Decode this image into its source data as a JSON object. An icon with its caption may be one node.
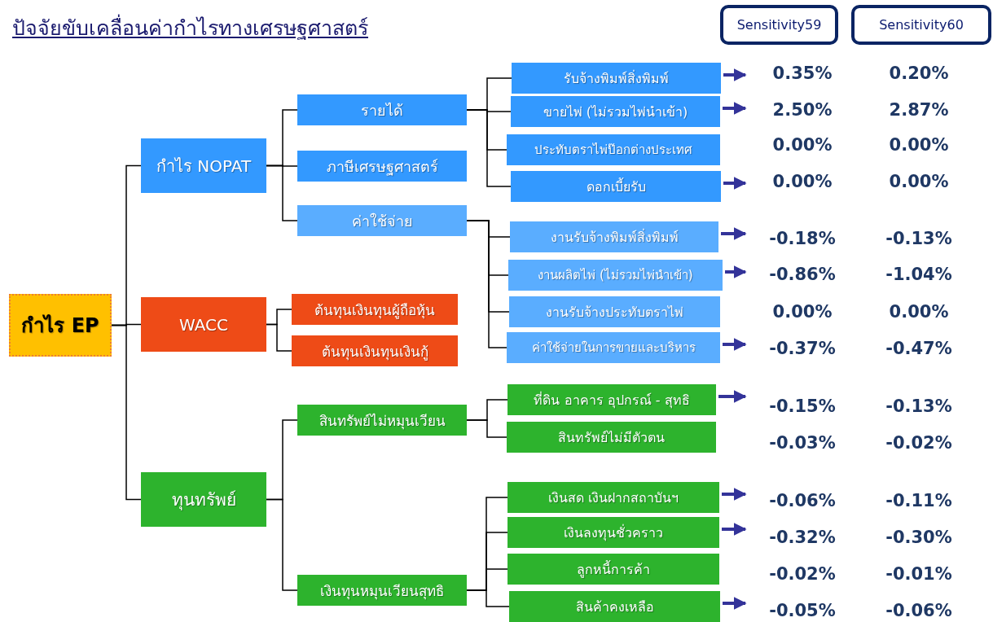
{
  "diagram": {
    "title": "ปัจจัยขับเคลื่อนค่ากำไรทางเศรษฐศาสตร์",
    "nodes": [
      {
        "text": [
          "กำไร EP"
        ]
      },
      {
        "text": [
          "กำไร NOPAT"
        ]
      },
      {
        "text": [
          "WACC"
        ]
      },
      {
        "text": [
          "ทุนทรัพย์"
        ]
      },
      {
        "text": [
          "รายได้"
        ]
      },
      {
        "text": [
          "ภาษีเศรษฐศาสตร์"
        ]
      },
      {
        "text": [
          "ค่าใช้จ่าย"
        ]
      },
      {
        "text": [
          "ต้นทุนเงินทุนผู้ถือหุ้น"
        ]
      },
      {
        "text": [
          "ต้นทุนเงินทุนเงินกู้"
        ]
      },
      {
        "text": [
          "สินทรัพย์ไม่หมุนเวียน"
        ]
      },
      {
        "text": [
          "เงินทุนหมุนเวียนสุทธิ"
        ]
      },
      {
        "text": [
          "รับจ้างพิมพ์สิ่งพิมพ์"
        ]
      },
      {
        "text": [
          "ขายไพ่ (ไม่รวมไพ่นำเข้า)"
        ]
      },
      {
        "text": [
          "ประทับตราไพ่ป๊อกต่างประเทศ"
        ]
      },
      {
        "text": [
          "ดอกเบี้ยรับ"
        ]
      },
      {
        "text": [
          "งานรับจ้างพิมพ์สิ่งพิมพ์"
        ]
      },
      {
        "text": [
          "งานผลิตไพ่ (ไม่รวมไพ่นำเข้า)"
        ]
      },
      {
        "text": [
          "งานรับจ้างประทับตราไพ่"
        ]
      },
      {
        "text": [
          "ค่าใช้จ่ายในการขายและบริหาร"
        ]
      },
      {
        "text": [
          "ที่ดิน อาคาร อุปกรณ์ - สุทธิ"
        ]
      },
      {
        "text": [
          "สินทรัพย์ไม่มีตัวตน"
        ]
      },
      {
        "text": [
          "เงินสด เงินฝากสถาบันฯ"
        ]
      },
      {
        "text": [
          "เงินลงทุนชั่วคราว"
        ]
      },
      {
        "text": [
          "ลูกหนี้การค้า"
        ]
      },
      {
        "text": [
          "สินค้าคงเหลือ"
        ]
      },
      {
        "text": [
          "Sensitivity59"
        ]
      },
      {
        "text": [
          "Sensitivity60"
        ]
      }
    ],
    "edges": [
      {
        "from": 0,
        "to": 1,
        "arrow": "none"
      },
      {
        "from": 0,
        "to": 2,
        "arrow": "none"
      },
      {
        "from": 0,
        "to": 3,
        "arrow": "none"
      },
      {
        "from": 1,
        "to": 4,
        "arrow": "none"
      },
      {
        "from": 1,
        "to": 5,
        "arrow": "none"
      },
      {
        "from": 1,
        "to": 6,
        "arrow": "none"
      },
      {
        "from": 2,
        "to": 7,
        "arrow": "none"
      },
      {
        "from": 2,
        "to": 8,
        "arrow": "none"
      },
      {
        "from": 3,
        "to": 9,
        "arrow": "none"
      },
      {
        "from": 3,
        "to": 10,
        "arrow": "none"
      },
      {
        "from": 4,
        "to": 11,
        "arrow": "none"
      },
      {
        "from": 4,
        "to": 12,
        "arrow": "none"
      },
      {
        "from": 4,
        "to": 13,
        "arrow": "none"
      },
      {
        "from": 4,
        "to": 14,
        "arrow": "none"
      },
      {
        "from": 6,
        "to": 15,
        "arrow": "none"
      },
      {
        "from": 6,
        "to": 16,
        "arrow": "none"
      },
      {
        "from": 6,
        "to": 17,
        "arrow": "none"
      },
      {
        "from": 6,
        "to": 18,
        "arrow": "none"
      },
      {
        "from": 9,
        "to": 19,
        "arrow": "none"
      },
      {
        "from": 9,
        "to": 20,
        "arrow": "none"
      },
      {
        "from": 10,
        "to": 21,
        "arrow": "none"
      },
      {
        "from": 10,
        "to": 22,
        "arrow": "none"
      },
      {
        "from": 10,
        "to": 23,
        "arrow": "none"
      },
      {
        "from": 10,
        "to": 24,
        "arrow": "none"
      },
      {
        "from": 11,
        "to": null,
        "arrow": "to",
        "style": "thick",
        "color": "#333399"
      },
      {
        "from": 12,
        "to": null,
        "arrow": "to",
        "style": "thick",
        "color": "#333399"
      },
      {
        "from": 14,
        "to": null,
        "arrow": "to",
        "style": "thick",
        "color": "#333399"
      },
      {
        "from": 15,
        "to": null,
        "arrow": "to",
        "style": "thick",
        "color": "#333399"
      },
      {
        "from": 16,
        "to": null,
        "arrow": "to",
        "style": "thick",
        "color": "#333399"
      },
      {
        "from": 18,
        "to": null,
        "arrow": "to",
        "style": "thick",
        "color": "#333399"
      },
      {
        "from": 19,
        "to": null,
        "arrow": "to",
        "style": "thick",
        "color": "#333399"
      },
      {
        "from": 21,
        "to": null,
        "arrow": "to",
        "style": "thick",
        "color": "#333399"
      },
      {
        "from": 22,
        "to": null,
        "arrow": "to",
        "style": "thick",
        "color": "#333399"
      },
      {
        "from": 24,
        "to": null,
        "arrow": "to",
        "style": "thick",
        "color": "#333399"
      }
    ],
    "labels": [
      "0.35%",
      "0.20%",
      "2.50%",
      "2.87%",
      "0.00%",
      "0.00%",
      "0.00%",
      "0.00%",
      "-0.18%",
      "-0.13%",
      "-0.86%",
      "-1.04%",
      "0.00%",
      "0.00%",
      "-0.37%",
      "-0.47%",
      "-0.15%",
      "-0.13%",
      "-0.03%",
      "-0.02%",
      "-0.06%",
      "-0.11%",
      "-0.32%",
      "-0.30%",
      "-0.02%",
      "-0.01%",
      "-0.05%",
      "-0.06%"
    ]
  }
}
